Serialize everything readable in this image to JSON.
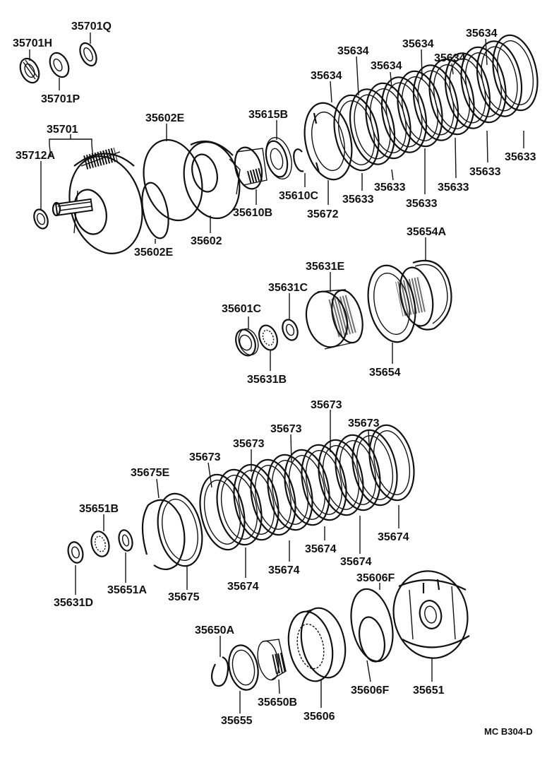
{
  "diagram_code": "MC B304-D",
  "labels": {
    "l35701Q": "35701Q",
    "l35701H": "35701H",
    "l35701P": "35701P",
    "l35701": "35701",
    "l35712A": "35712A",
    "l35602E_top": "35602E",
    "l35602E_bot": "35602E",
    "l35602": "35602",
    "l35615B": "35615B",
    "l35610C": "35610C",
    "l35610B": "35610B",
    "l35672": "35672",
    "l35634_a": "35634",
    "l35634_b": "35634",
    "l35634_c": "35634",
    "l35634_d": "35634",
    "l35634_e": "35634",
    "l35634_f": "35634",
    "l35633_a": "35633",
    "l35633_b": "35633",
    "l35633_c": "35633",
    "l35633_d": "35633",
    "l35633_e": "35633",
    "l35633_f": "35633",
    "l35654A": "35654A",
    "l35631E": "35631E",
    "l35631C": "35631C",
    "l35601C": "35601C",
    "l35631B": "35631B",
    "l35654": "35654",
    "l35673_a": "35673",
    "l35673_b": "35673",
    "l35673_c": "35673",
    "l35673_d": "35673",
    "l35673_e": "35673",
    "l35675E": "35675E",
    "l35651B": "35651B",
    "l35631D": "35631D",
    "l35651A": "35651A",
    "l35675": "35675",
    "l35674_a": "35674",
    "l35674_b": "35674",
    "l35674_c": "35674",
    "l35674_d": "35674",
    "l35674_e": "35674",
    "l35606F_top": "35606F",
    "l35606F_bot": "35606F",
    "l35651": "35651",
    "l35650A": "35650A",
    "l35650B": "35650B",
    "l35655": "35655",
    "l35606": "35606"
  }
}
